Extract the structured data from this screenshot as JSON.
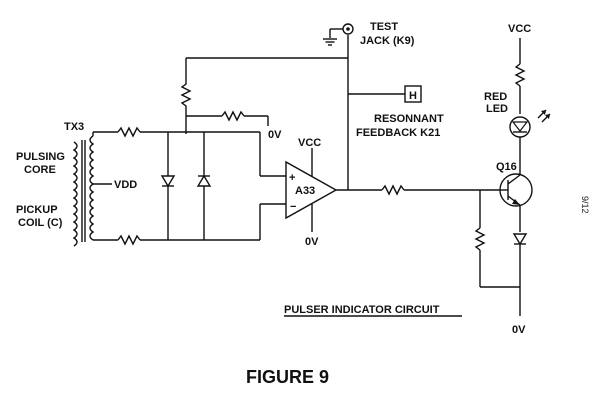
{
  "diagram": {
    "labels": {
      "test_jack_line1": "TEST",
      "test_jack_line2": "JACK (K9)",
      "vcc_right": "VCC",
      "red_led_line1": "RED",
      "red_led_line2": "LED",
      "h_box": "H",
      "resonant_line1": "RESONNANT",
      "resonant_line2": "FEEDBACK  K21",
      "zero_v_top": "0V",
      "vcc_amp": "VCC",
      "amp_name": "A33",
      "amp_plus": "+",
      "amp_minus": "−",
      "zero_v_amp": "0V",
      "tx3": "TX3",
      "pulsing_line1": "PULSING",
      "pulsing_line2": "CORE",
      "vdd": "VDD",
      "pickup_line1": "PICKUP",
      "pickup_line2": "COIL (C)",
      "q16": "Q16",
      "zero_v_bottom": "0V",
      "circuit_title": "PULSER INDICATOR CIRCUIT",
      "figure_title": "FIGURE 9",
      "page_number": "9/12"
    }
  }
}
